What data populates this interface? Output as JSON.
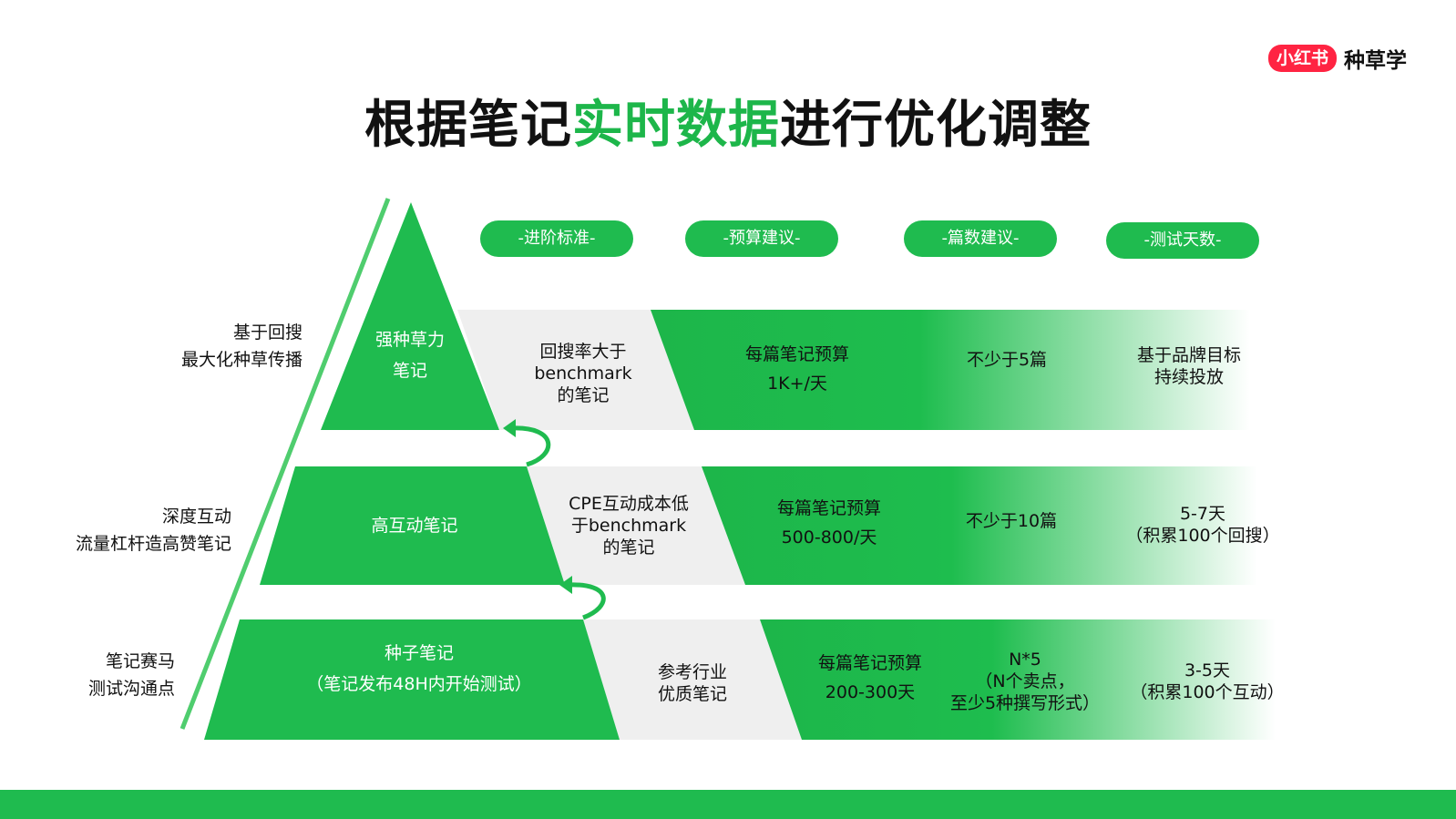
{
  "brand": {
    "badge": "小红书",
    "name": "种草学"
  },
  "title": {
    "before": "根据笔记",
    "highlight": "实时数据",
    "after": "进行优化调整"
  },
  "headers": [
    "-进阶标准-",
    "-预算建议-",
    "-篇数建议-",
    "-测试天数-"
  ],
  "tiers": [
    {
      "side": [
        "基于回搜",
        "最大化种草传播"
      ],
      "name": [
        "强种草力",
        "笔记"
      ],
      "standard": [
        "回搜率大于",
        "benchmark",
        "的笔记"
      ],
      "budget": [
        "每篇笔记预算",
        "1K+/天"
      ],
      "count": [
        "不少于5篇"
      ],
      "days": [
        "基于品牌目标",
        "持续投放"
      ]
    },
    {
      "side": [
        "深度互动",
        "流量杠杆造高赞笔记"
      ],
      "name": [
        "高互动笔记"
      ],
      "standard": [
        "CPE互动成本低",
        "于benchmark",
        "的笔记"
      ],
      "budget": [
        "每篇笔记预算",
        "500-800/天"
      ],
      "count": [
        "不少于10篇"
      ],
      "days": [
        "5-7天",
        "（积累100个回搜）"
      ]
    },
    {
      "side": [
        "笔记赛马",
        "测试沟通点"
      ],
      "name": [
        "种子笔记",
        "（笔记发布48H内开始测试）"
      ],
      "standard": [
        "参考行业",
        "优质笔记"
      ],
      "budget": [
        "每篇笔记预算",
        "200-300天"
      ],
      "count": [
        "N*5",
        "（N个卖点，",
        "至少5种撰写形式）"
      ],
      "days": [
        "3-5天",
        "（积累100个互动）"
      ]
    }
  ],
  "colors": {
    "accent": "#1fbb4f",
    "brand": "#ff2442",
    "gray_band": "#efefef"
  }
}
